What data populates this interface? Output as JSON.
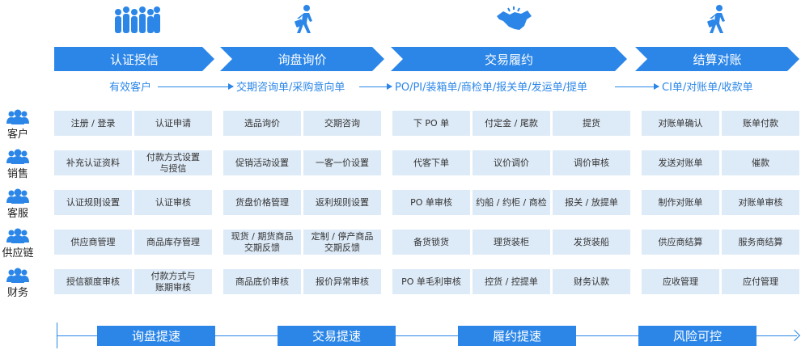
{
  "phases": [
    "认证授信",
    "询盘询价",
    "交易履约",
    "结算对账"
  ],
  "flow": [
    "有效客户",
    "交期咨询单/采购意向单",
    "PO/PI/装箱单/商检单/报关单/发运单/提单",
    "CI单/对账单/收款单"
  ],
  "roles": [
    "客户",
    "销售",
    "客服",
    "供应链",
    "财务"
  ],
  "cards": [
    [
      "注册 / 登录",
      "认证申请",
      "选品询价",
      "交期咨询",
      "下 PO 单",
      "付定金 / 尾款",
      "提货",
      "对账单确认",
      "账单付款"
    ],
    [
      "补充认证资料",
      "付款方式设置\n与授信",
      "促销活动设置",
      "一客一价设置",
      "代客下单",
      "议价调价",
      "调价审核",
      "发送对账单",
      "催款"
    ],
    [
      "认证规则设置",
      "认证审核",
      "货盘价格管理",
      "返利规则设置",
      "PO 单审核",
      "约船 / 约柜 / 商检",
      "报关 / 放提单",
      "制作对账单",
      "对账单审核"
    ],
    [
      "供应商管理",
      "商品库存管理",
      "现货 / 期货商品\n交期反馈",
      "定制 / 停产商品\n交期反馈",
      "备货锁货",
      "理货装柜",
      "发货装船",
      "供应商结算",
      "服务商结算"
    ],
    [
      "授信额度审核",
      "付款方式与\n账期审核",
      "商品底价审核",
      "报价异常审核",
      "PO 单毛利审核",
      "控货 / 控提单",
      "财务认款",
      "应收管理",
      "应付管理"
    ]
  ],
  "goals": [
    "询盘提速",
    "交易提速",
    "履约提速",
    "风险可控"
  ],
  "colors": {
    "accent": "#2b86e8",
    "card": "#ddeaf7"
  }
}
